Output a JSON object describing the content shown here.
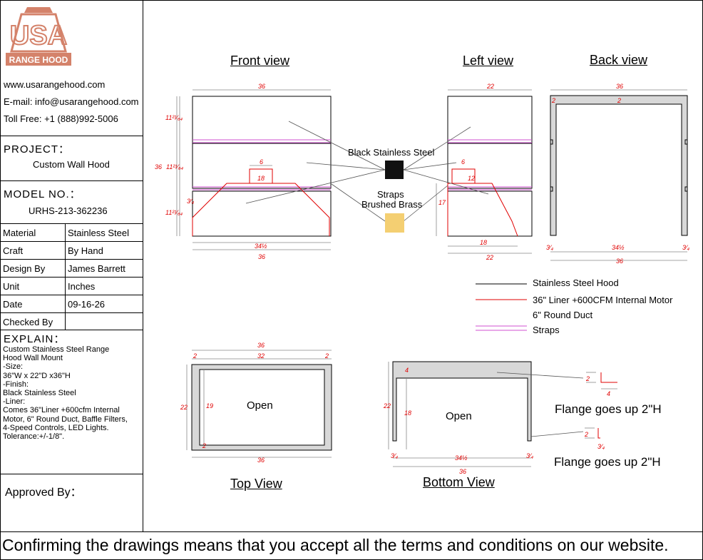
{
  "brand": {
    "logo_text": "USA",
    "logo_subtext": "RANGE HOOD",
    "website": "www.usarangehood.com",
    "email": "E-mail: info@usarangehood.com",
    "toll_free": "Toll Free: +1 (888)992-5006",
    "logo_color": "#d4826a"
  },
  "project": {
    "label": "PROJECT：",
    "value": "Custom Wall Hood"
  },
  "model": {
    "label": "MODEL NO.：",
    "value": "URHS-213-362236"
  },
  "specs": [
    {
      "label": "Material",
      "value": "Stainless Steel"
    },
    {
      "label": "Craft",
      "value": "By Hand"
    },
    {
      "label": "Design By",
      "value": "James Barrett"
    },
    {
      "label": "Unit",
      "value": "Inches"
    },
    {
      "label": "Date",
      "value": "09-16-26"
    },
    {
      "label": "Checked By",
      "value": ""
    }
  ],
  "explain": {
    "label": "EXPLAIN：",
    "text": "Custom Stainless Steel Range\nHood Wall Mount\n-Size:\n36\"W x 22\"D x36\"H\n-Finish:\nBlack Stainless Steel\n-Liner:\nComes 36\"Liner +600cfm Internal\nMotor, 6\" Round Duct, Baffle Filters,\n4-Speed Controls, LED Lights.\nTolerance:+/-1/8\"."
  },
  "approved": {
    "label": "Approved By："
  },
  "views": {
    "front": "Front view",
    "left": "Left view",
    "back": "Back view",
    "top": "Top View",
    "bottom": "Bottom View"
  },
  "finishes": {
    "black": "Black Stainless Steel",
    "straps": "Straps",
    "brass": "Brushed Brass",
    "black_color": "#111111",
    "brass_color": "#f4cf72"
  },
  "legend": [
    {
      "label": "Stainless Steel Hood",
      "color": "#000000"
    },
    {
      "label": "36\" Liner +600CFM Internal Motor",
      "color": "#e00000"
    },
    {
      "label": "6\" Round Duct",
      "color": ""
    },
    {
      "label": "Straps",
      "color": "#d24fd2"
    }
  ],
  "open_label": "Open",
  "flange_note": "Flange goes up 2\"H",
  "dims": {
    "front": {
      "w": "36",
      "h1": "11²¹⁄₆₄",
      "total": "36",
      "h2": "11²¹⁄₆₄",
      "gap": "3⁄₄",
      "h3": "11²¹⁄₆₄",
      "duct_w": "6",
      "duct_inner": "18",
      "liner_w": "34½",
      "bottom_w": "36"
    },
    "left": {
      "w": "22",
      "duct_w": "6",
      "duct_inner": "12",
      "liner_h": "17",
      "liner_d": "18",
      "bottom_w": "22"
    },
    "back": {
      "w": "36",
      "wall_l": "2",
      "wall_t": "2",
      "foot_l": "3⁄₄",
      "mid": "34½",
      "foot_r": "3⁄₄",
      "bottom_w": "36"
    },
    "top": {
      "w": "36",
      "side_l": "2",
      "inner": "32",
      "side_r": "2",
      "depth": "22",
      "inner_d": "19",
      "wall_b": "2",
      "bottom_w": "36"
    },
    "bottom": {
      "wall_t": "4",
      "depth": "22",
      "inner_d": "18",
      "foot_l": "3⁄₄",
      "mid": "34½",
      "foot_r": "3⁄₄",
      "bottom_w": "36",
      "flange1": "2",
      "flange1b": "4",
      "flange2": "2",
      "flange2b": "3⁄₄"
    }
  },
  "footer": "Confirming the drawings means that you accept all the terms and conditions on our website."
}
